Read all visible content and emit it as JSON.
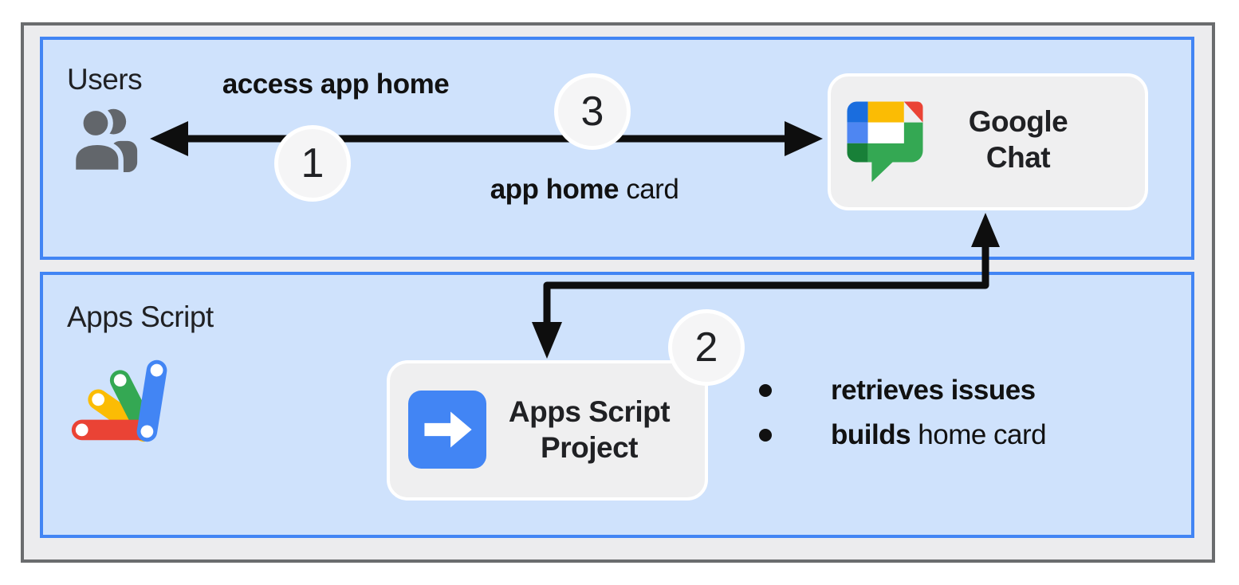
{
  "sections": {
    "users": {
      "label": "Users"
    },
    "apps_script": {
      "label": "Apps Script"
    }
  },
  "nodes": {
    "google_chat": {
      "line1": "Google",
      "line2": "Chat"
    },
    "apps_script_project": {
      "line1": "Apps Script",
      "line2": "Project"
    }
  },
  "edges": {
    "access": {
      "badge": "1",
      "label_bold": "access app home",
      "label_rest": ""
    },
    "process": {
      "badge": "2"
    },
    "home_card": {
      "badge": "3",
      "label_bold": "app home",
      "label_rest": " card"
    }
  },
  "bullets": [
    {
      "bold": "retrieves issues",
      "rest": ""
    },
    {
      "bold": "builds",
      "rest": " home card"
    }
  ],
  "icons": {
    "users": "users-icon",
    "google_chat": "google-chat-logo",
    "apps_script": "apps-script-logo",
    "project": "arrow-right-icon"
  },
  "colors": {
    "band_fill": "#cfe2fc",
    "band_border": "#4285f4",
    "frame_fill": "#ececee",
    "frame_border": "#6a6c6e",
    "node_fill": "#efeff0",
    "badge_fill": "#f5f5f6",
    "arrow_black": "#0e0e0e",
    "text": "#202124",
    "google_blue": "#4285f4",
    "google_red": "#ea4335",
    "google_yellow": "#fbbc04",
    "google_green": "#34a853",
    "dark_green": "#188038",
    "dark_blue": "#1a6dde",
    "light_blue": "#4e86f2",
    "icon_gray": "#62666b"
  }
}
